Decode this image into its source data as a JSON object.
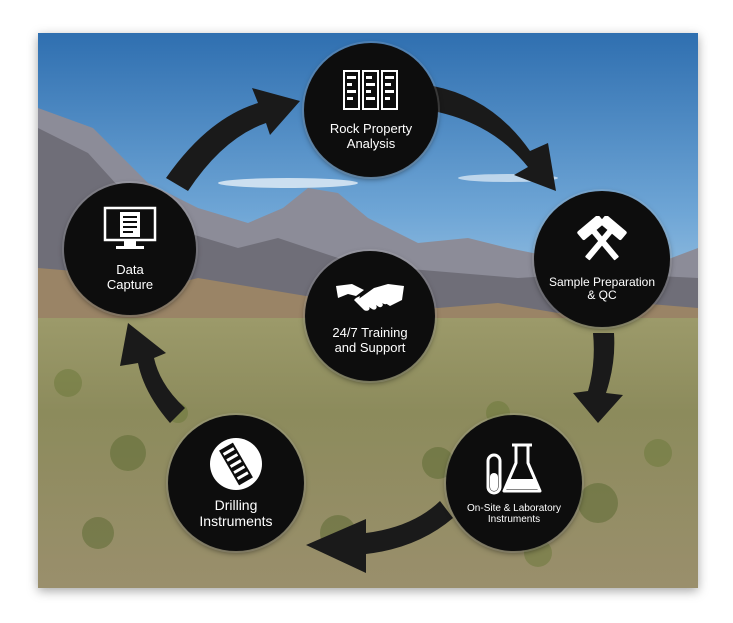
{
  "colors": {
    "sky_top": "#2f74b5",
    "sky_bottom": "#a9cde6",
    "node_fill": "#0d0d0d",
    "arrow_fill": "#1a1a1a",
    "label_text": "#ffffff",
    "desert_green": "#8a8f55",
    "desert_tan": "#b9a277"
  },
  "nodes": [
    {
      "id": "rock-property",
      "label": "Rock Property\nAnalysis",
      "icon": "core-log-icon"
    },
    {
      "id": "sample-prep",
      "label": "Sample Preparation\n& QC",
      "icon": "crossed-hammers-icon"
    },
    {
      "id": "instruments",
      "label": "On-Site & Laboratory\nInstruments",
      "icon": "test-tube-flask-icon"
    },
    {
      "id": "drilling",
      "label": "Drilling\nInstruments",
      "icon": "drill-bit-icon"
    },
    {
      "id": "data-capture",
      "label": "Data\nCapture",
      "icon": "monitor-document-icon"
    },
    {
      "id": "training",
      "label": "24/7 Training\nand Support",
      "icon": "handshake-icon"
    }
  ]
}
